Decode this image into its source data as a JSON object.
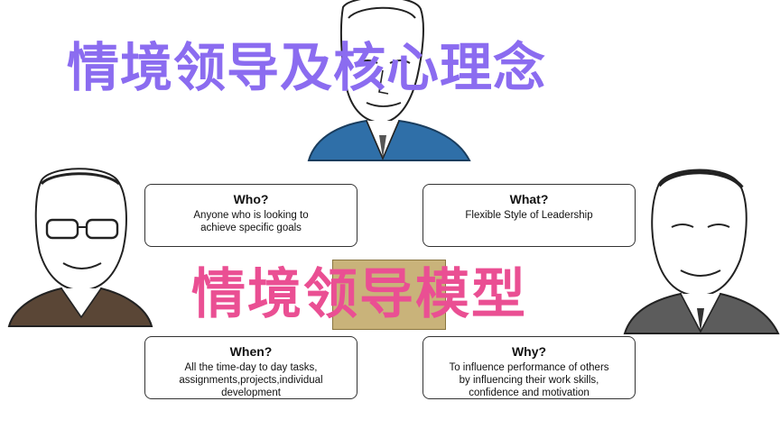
{
  "title": "情境领导及核心理念",
  "model_title": "情境领导模型",
  "cards": {
    "who": {
      "title": "Who?",
      "lines": [
        "Anyone who is looking to",
        "achieve specific goals"
      ]
    },
    "what": {
      "title": "What?",
      "lines": [
        "Flexible Style of Leadership"
      ]
    },
    "when": {
      "title": "When?",
      "lines": [
        "All the time-day to day tasks,",
        "assignments,projects,individual",
        "development"
      ]
    },
    "why": {
      "title": "Why?",
      "lines": [
        "To influence performance of others",
        "by influencing their work skills,",
        "confidence and motivation"
      ]
    }
  },
  "colors": {
    "title": "#8b6cf0",
    "model_title": "#ea4f93",
    "suit_blue": "#2f6fa8",
    "center_box": "#c9b37a"
  }
}
